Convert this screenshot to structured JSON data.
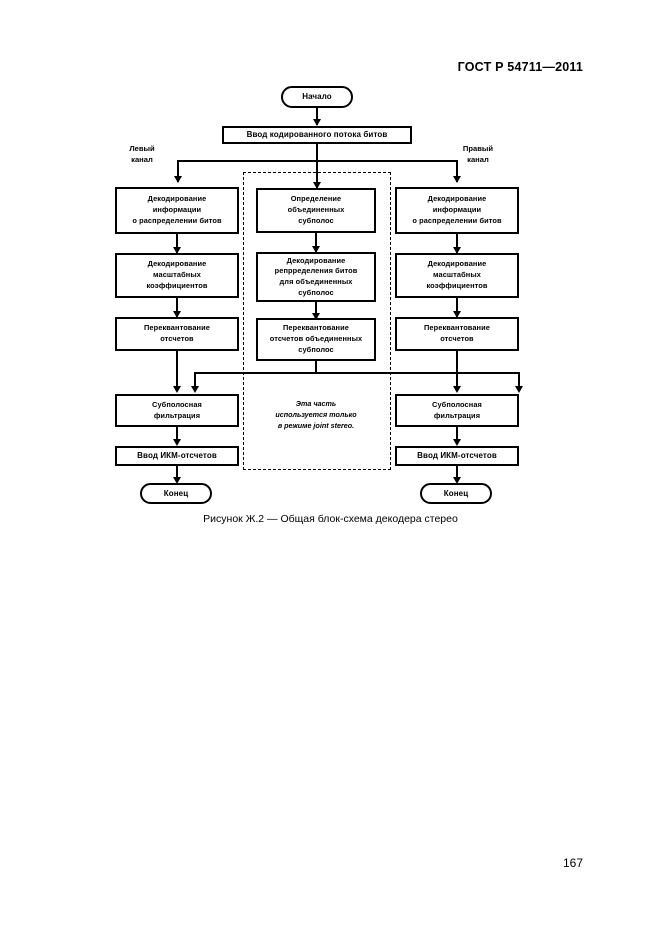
{
  "document": {
    "standard_header": "ГОСТ Р 54711—2011",
    "page_number": "167",
    "figure_caption": "Рисунок Ж.2 — Общая блок-схема декодера стерео"
  },
  "diagram": {
    "type": "flowchart",
    "title": "Общая блок-схема декодера стерео",
    "channel_labels": {
      "left": "Левый\nканал",
      "right": "Правый\nканал"
    },
    "note": "Эта часть\nиспользуется только\nв режиме joint stereo.",
    "nodes": {
      "start": "Начало",
      "input_bitstream": "Ввод кодированного потока битов",
      "left_decode_alloc": "Декодирование\nинформации\nо распределении битов",
      "left_decode_scale": "Декодирование\nмасштабных\nкоэффициентов",
      "left_requant": "Переквантование\nотсчетов",
      "left_subband_filter": "Субполосная\nфильтрация",
      "left_pcm_out": "Ввод ИКМ-отсчетов",
      "left_end": "Конец",
      "mid_determine_joint": "Определение\nобъединенных\nсубполос",
      "mid_decode_alloc_joint": "Декодирование\nрепрределения битов\nдля объединенных\nсубполос",
      "mid_requant_joint": "Переквантование\nотсчетов объединенных\nсубполос",
      "right_decode_alloc": "Декодирование\nинформации\nо распределении битов",
      "right_decode_scale": "Декодирование\nмасштабных\nкоэффициентов",
      "right_requant": "Переквантование\nотсчетов",
      "right_subband_filter": "Субполосная\nфильтрация",
      "right_pcm_out": "Ввод ИКМ-отсчетов",
      "right_end": "Конец"
    }
  }
}
